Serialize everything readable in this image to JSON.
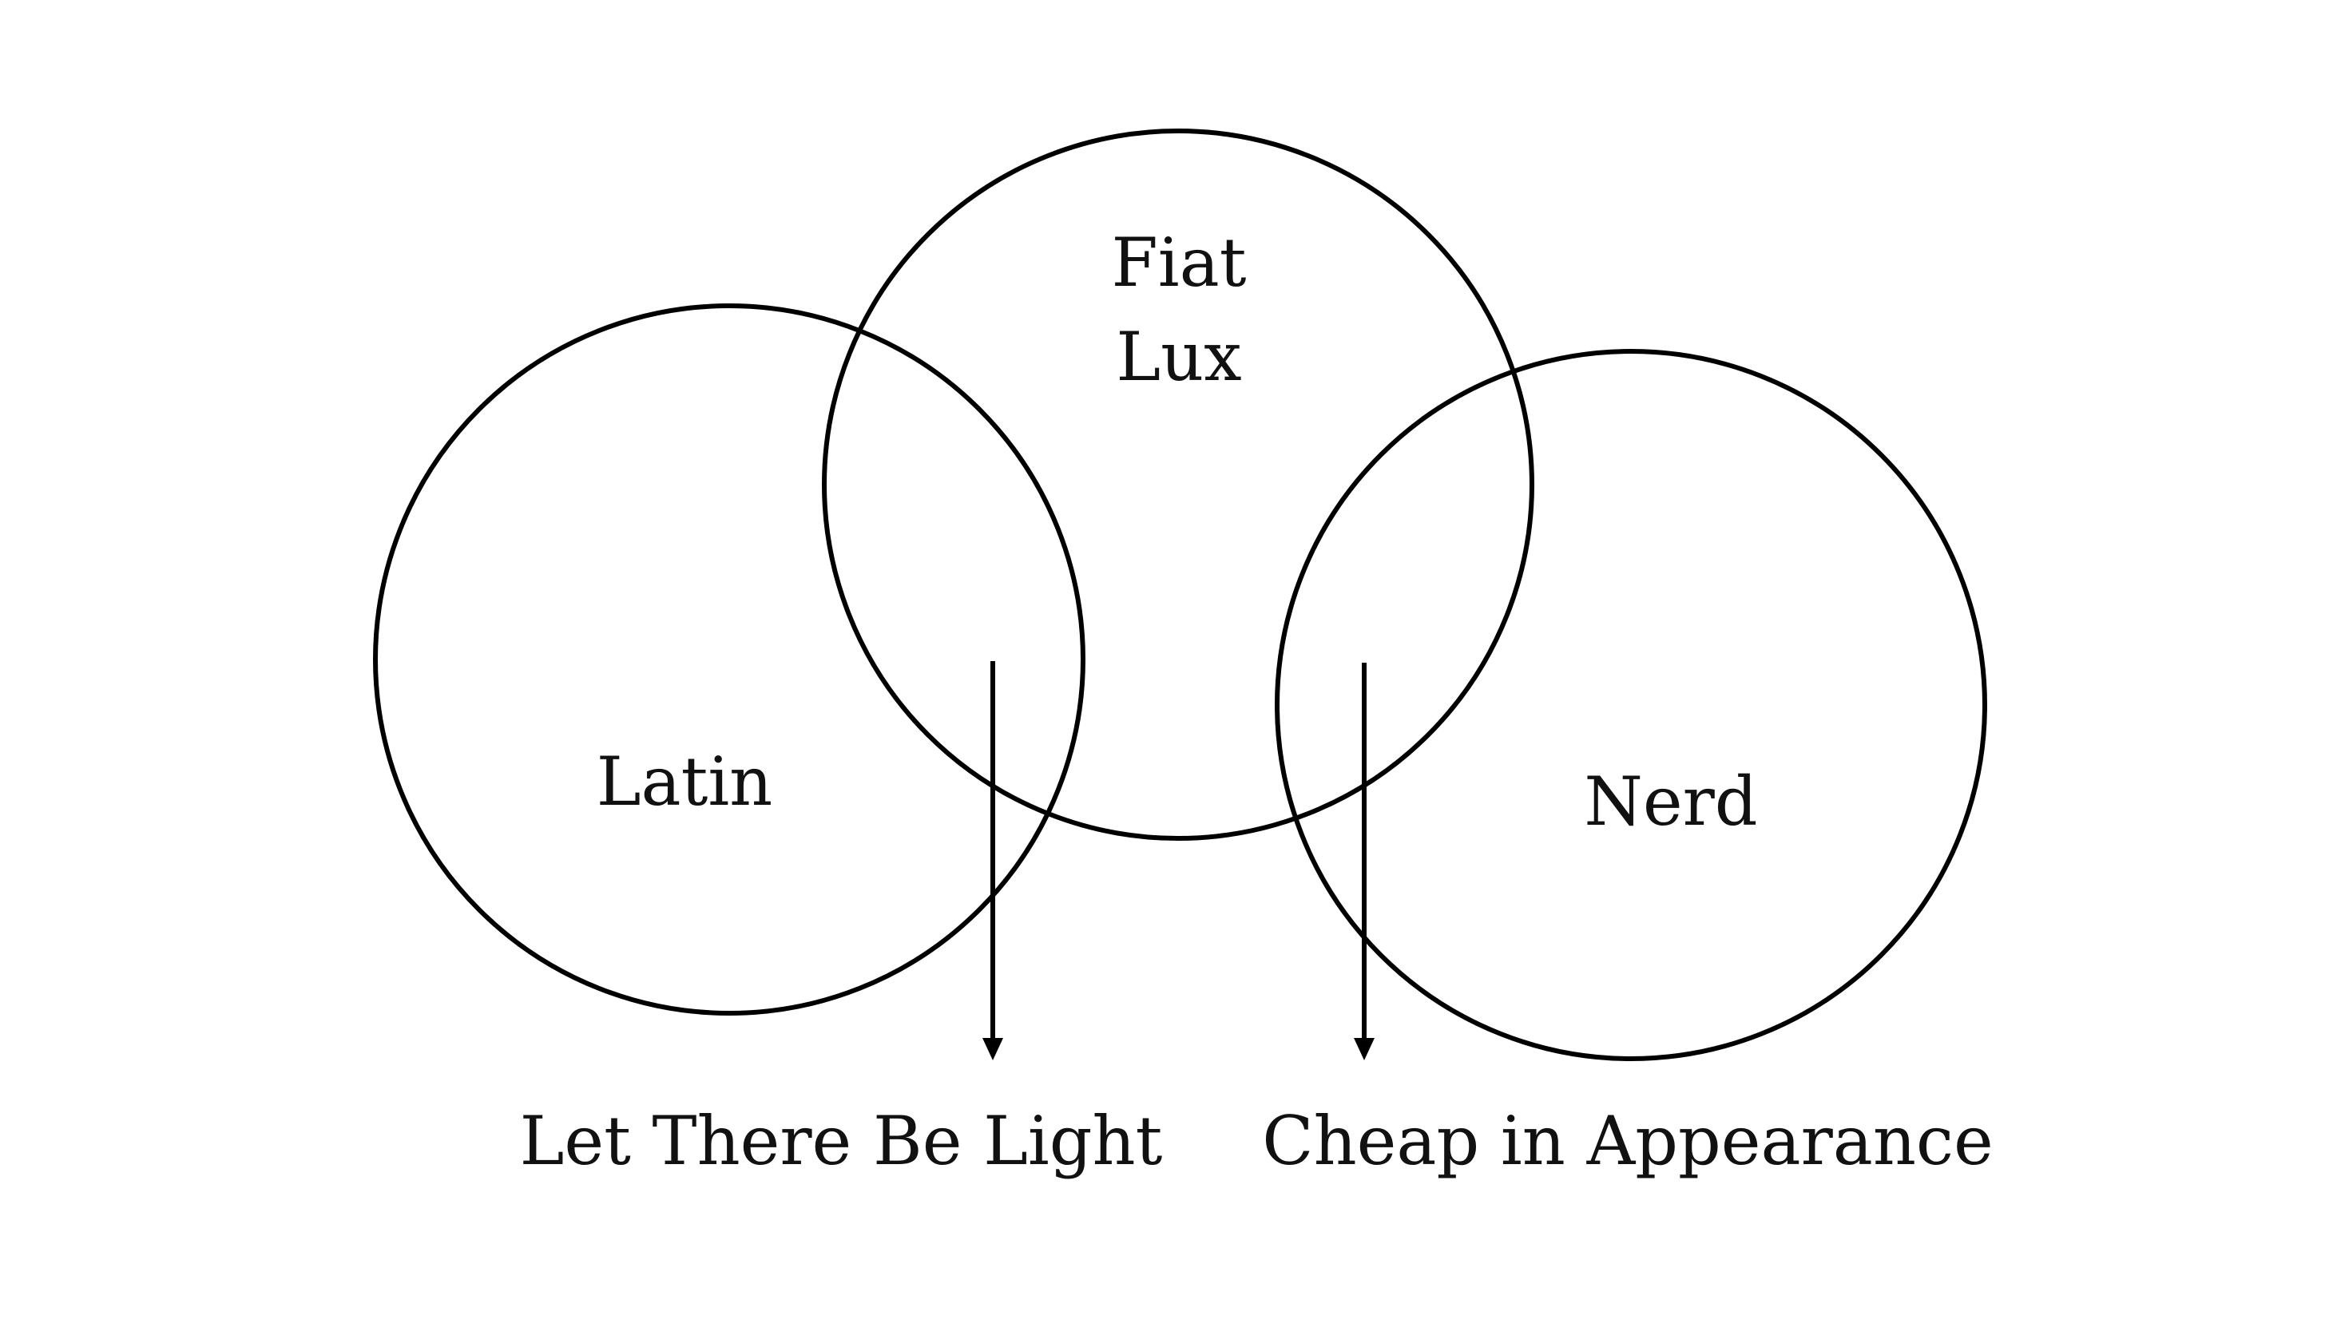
{
  "circles": {
    "latin": {
      "label": "Latin"
    },
    "fiat_lux": {
      "label_line1": "Fiat",
      "label_line2": "Lux"
    },
    "nerd": {
      "label": "Nerd"
    }
  },
  "outputs": {
    "left": {
      "label": "Let There Be Light"
    },
    "right": {
      "label": "Cheap in Appearance"
    }
  },
  "colors": {
    "stroke": "#000000",
    "background": "#ffffff",
    "text": "#111111"
  }
}
